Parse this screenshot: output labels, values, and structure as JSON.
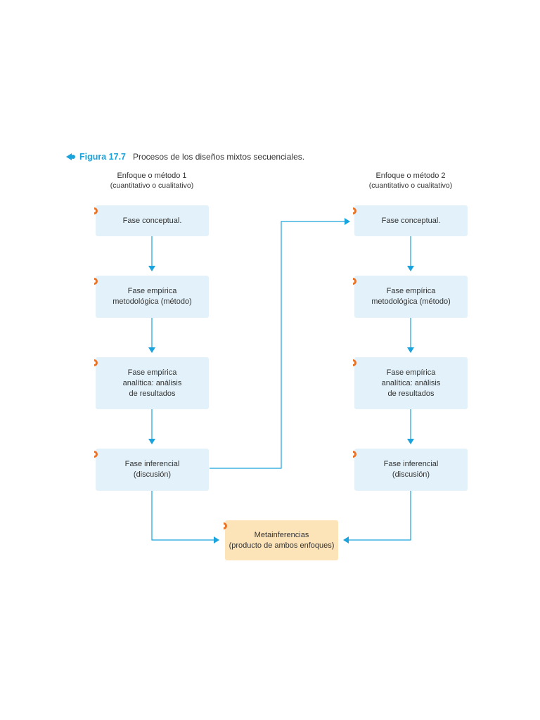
{
  "figure": {
    "label": "Figura 17.7",
    "title": "Procesos de los diseños mixtos secuenciales."
  },
  "columns": [
    {
      "heading": [
        "Enfoque o método 1",
        "(cuantitativo o cualitativo)"
      ],
      "boxes": [
        [
          "Fase conceptual."
        ],
        [
          "Fase empírica",
          "metodológica (método)"
        ],
        [
          "Fase empírica",
          "analítica: análisis",
          "de resultados"
        ],
        [
          "Fase inferencial",
          "(discusión)"
        ]
      ]
    },
    {
      "heading": [
        "Enfoque o método 2",
        "(cuantitativo o cualitativo)"
      ],
      "boxes": [
        [
          "Fase conceptual."
        ],
        [
          "Fase empírica",
          "metodológica (método)"
        ],
        [
          "Fase empírica",
          "analítica: análisis",
          "de resultados"
        ],
        [
          "Fase inferencial",
          "(discusión)"
        ]
      ]
    }
  ],
  "result": [
    "Metainferencias",
    "(producto de ambos enfoques)"
  ],
  "colors": {
    "accent": "#1aa3dc",
    "box_fill": "#e3f2fa",
    "result_fill": "#fde3b8",
    "marker": "#e8742a"
  }
}
